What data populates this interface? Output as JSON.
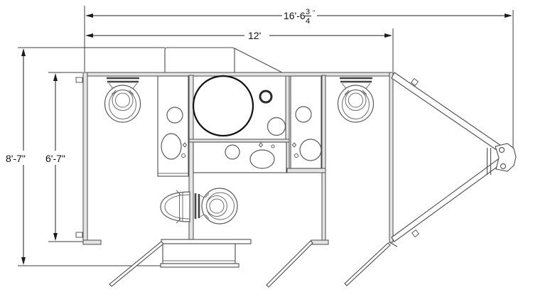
{
  "drawing": {
    "type": "Restroom trailer floor plan, top view technical drawing",
    "background": "#ffffff"
  },
  "dimensions": {
    "overall_length_whole": "16'-6",
    "overall_length_frac_num": "3",
    "overall_length_frac_den": "4",
    "overall_length_unit": "\"",
    "box_length": "12'",
    "overall_width": "8'-7\"",
    "interior_width": "6'-7\""
  },
  "colors": {
    "line": "#4b4b4b",
    "dimension": "#1c1c1c",
    "wall_fill": "#e4e4e4",
    "background": "#ffffff"
  }
}
